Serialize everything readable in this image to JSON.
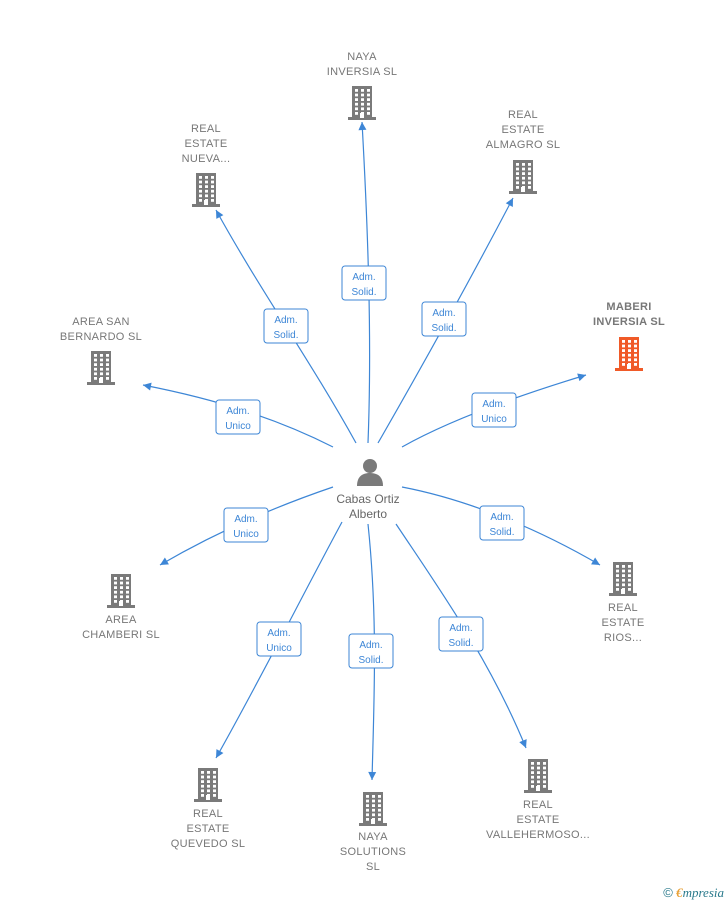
{
  "center": {
    "name_line1": "Cabas Ortiz",
    "name_line2": "Alberto"
  },
  "companies": [
    {
      "id": "naya-inversia",
      "lines": [
        "NAYA",
        "INVERSIA  SL"
      ],
      "highlight": false,
      "role": [
        "Adm.",
        "Solid."
      ]
    },
    {
      "id": "real-estate-nueva",
      "lines": [
        "REAL",
        "ESTATE",
        "NUEVA..."
      ],
      "highlight": false,
      "role": [
        "Adm.",
        "Solid."
      ]
    },
    {
      "id": "real-estate-almagro",
      "lines": [
        "REAL",
        "ESTATE",
        "ALMAGRO  SL"
      ],
      "highlight": false,
      "role": [
        "Adm.",
        "Solid."
      ]
    },
    {
      "id": "area-san-bernardo",
      "lines": [
        "AREA SAN",
        "BERNARDO  SL"
      ],
      "highlight": false,
      "role": [
        "Adm.",
        "Unico"
      ]
    },
    {
      "id": "maberi-inversia",
      "lines": [
        "MABERI",
        "INVERSIA  SL"
      ],
      "highlight": true,
      "role": [
        "Adm.",
        "Unico"
      ]
    },
    {
      "id": "area-chamberi",
      "lines": [
        "AREA",
        "CHAMBERI  SL"
      ],
      "highlight": false,
      "role": [
        "Adm.",
        "Unico"
      ]
    },
    {
      "id": "real-estate-rios",
      "lines": [
        "REAL",
        "ESTATE",
        "RIOS..."
      ],
      "highlight": false,
      "role": [
        "Adm.",
        "Solid."
      ]
    },
    {
      "id": "real-estate-quevedo",
      "lines": [
        "REAL",
        "ESTATE",
        "QUEVEDO  SL"
      ],
      "highlight": false,
      "role": [
        "Adm.",
        "Unico"
      ]
    },
    {
      "id": "naya-solutions",
      "lines": [
        "NAYA",
        "SOLUTIONS",
        "SL"
      ],
      "highlight": false,
      "role": [
        "Adm.",
        "Solid."
      ]
    },
    {
      "id": "real-estate-vallehermoso",
      "lines": [
        "REAL",
        "ESTATE",
        "VALLEHERMOSO..."
      ],
      "highlight": false,
      "role": [
        "Adm.",
        "Solid."
      ]
    }
  ],
  "colors": {
    "edge": "#3d86d6",
    "building": "#7a7a7a",
    "building_highlight": "#f05a28",
    "person": "#7a7a7a"
  },
  "footer": {
    "copyright_symbol": "©",
    "brand_initial": "€",
    "brand_rest": "mpresia"
  }
}
